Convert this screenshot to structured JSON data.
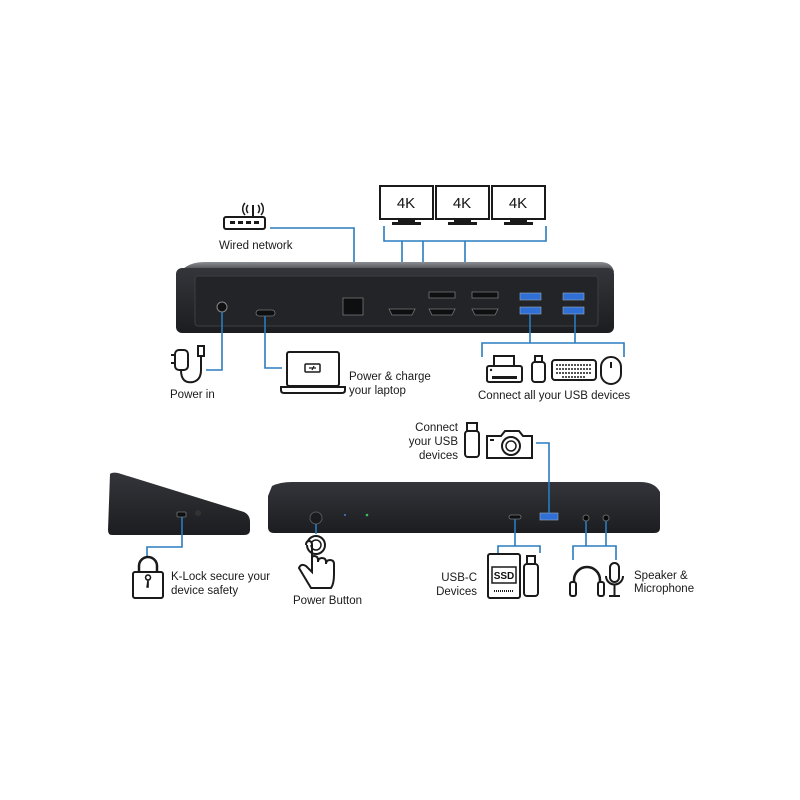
{
  "colors": {
    "connector_line": "#2a7bbf",
    "dock_body": "#2b2c2f",
    "usb3_port": "#2f6fd6"
  },
  "rear_view": {
    "monitors": [
      {
        "label": "4K"
      },
      {
        "label": "4K"
      },
      {
        "label": "4K"
      }
    ],
    "wired_network": {
      "label": "Wired network",
      "icon": "router-icon"
    },
    "power_in": {
      "label": "Power in",
      "icon": "power-adapter-icon"
    },
    "laptop": {
      "label_line1": "Power & charge",
      "label_line2": "your laptop",
      "icon": "laptop-charging-icon"
    },
    "usb_devices": {
      "label": "Connect all your USB devices",
      "icons": [
        "printer-icon",
        "usb-stick-icon",
        "keyboard-icon",
        "mouse-icon"
      ]
    }
  },
  "front_view": {
    "klock": {
      "label_line1": "K-Lock secure your",
      "label_line2": "device safety",
      "icon": "padlock-icon"
    },
    "power_button": {
      "label": "Power Button",
      "icon": "finger-press-icon"
    },
    "usb_front": {
      "label_line1": "Connect",
      "label_line2": "your USB",
      "label_line3": "devices",
      "icons": [
        "usb-stick-icon",
        "camera-icon"
      ]
    },
    "usb_c": {
      "label_line1": "USB-C",
      "label_line2": "Devices",
      "ssd_text": "SSD",
      "icons": [
        "ssd-icon",
        "usb-c-stick-icon"
      ]
    },
    "audio": {
      "label_line1": "Speaker &",
      "label_line2": "Microphone",
      "icons": [
        "headphones-icon",
        "microphone-icon"
      ]
    }
  }
}
